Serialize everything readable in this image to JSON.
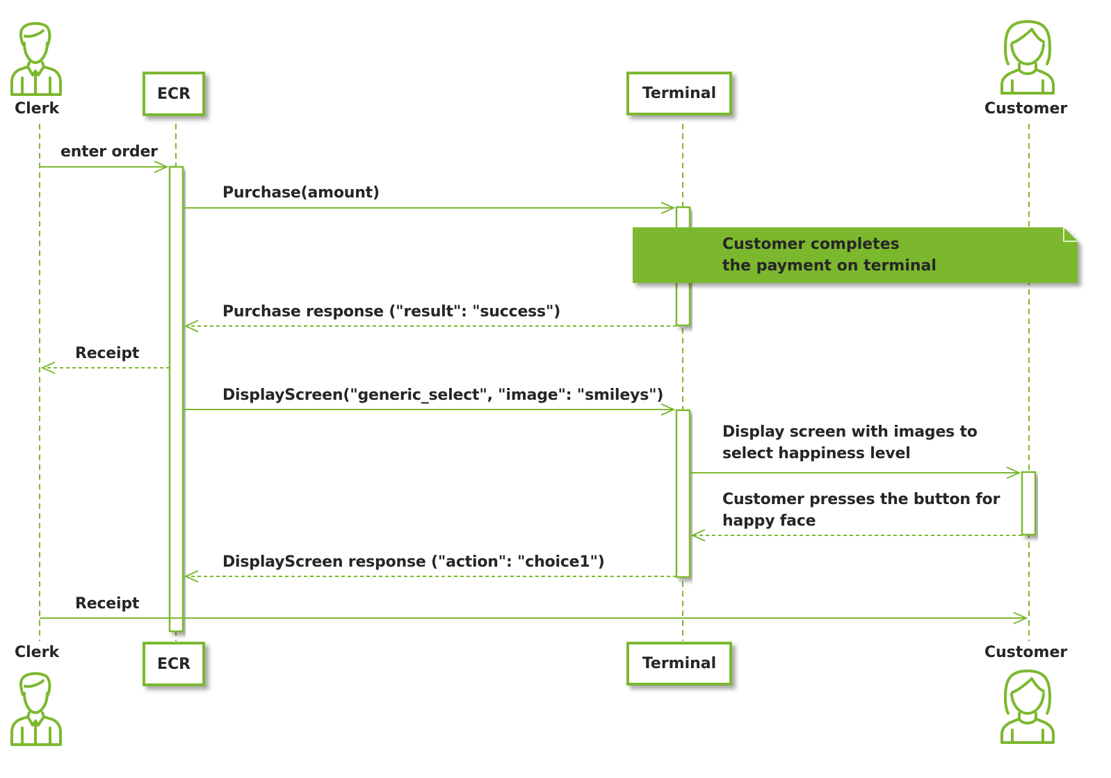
{
  "participants": {
    "clerk": {
      "name": "Clerk",
      "icon": "man-icon"
    },
    "ecr": {
      "name": "ECR"
    },
    "terminal": {
      "name": "Terminal"
    },
    "customer": {
      "name": "Customer",
      "icon": "woman-icon"
    }
  },
  "messages": [
    {
      "label": "enter order",
      "from": "clerk",
      "to": "ecr",
      "style": "solid"
    },
    {
      "label": "Purchase(amount)",
      "from": "ecr",
      "to": "terminal",
      "style": "solid"
    },
    {
      "label": "Purchase response (\"result\": \"success\")",
      "from": "terminal",
      "to": "ecr",
      "style": "dashed"
    },
    {
      "label": "Receipt",
      "from": "ecr",
      "to": "clerk",
      "style": "dashed"
    },
    {
      "label": "DisplayScreen(\"generic_select\", \"image\": \"smileys\")",
      "from": "ecr",
      "to": "terminal",
      "style": "solid"
    },
    {
      "label": "Display screen with images to",
      "label2": "select happiness level",
      "from": "terminal",
      "to": "customer",
      "style": "solid"
    },
    {
      "label": "Customer presses the button for",
      "label2": "happy face",
      "from": "customer",
      "to": "terminal",
      "style": "dashed"
    },
    {
      "label": "DisplayScreen response (\"action\": \"choice1\")",
      "from": "terminal",
      "to": "ecr",
      "style": "dashed"
    },
    {
      "label": "Receipt",
      "from": "clerk",
      "to": "customer",
      "style": "solid"
    }
  ],
  "note": {
    "line1": "Customer completes",
    "line2": "the payment on terminal"
  },
  "colors": {
    "accent": "#7cb82f",
    "note_fill": "#7cb82f",
    "text": "#262626"
  }
}
